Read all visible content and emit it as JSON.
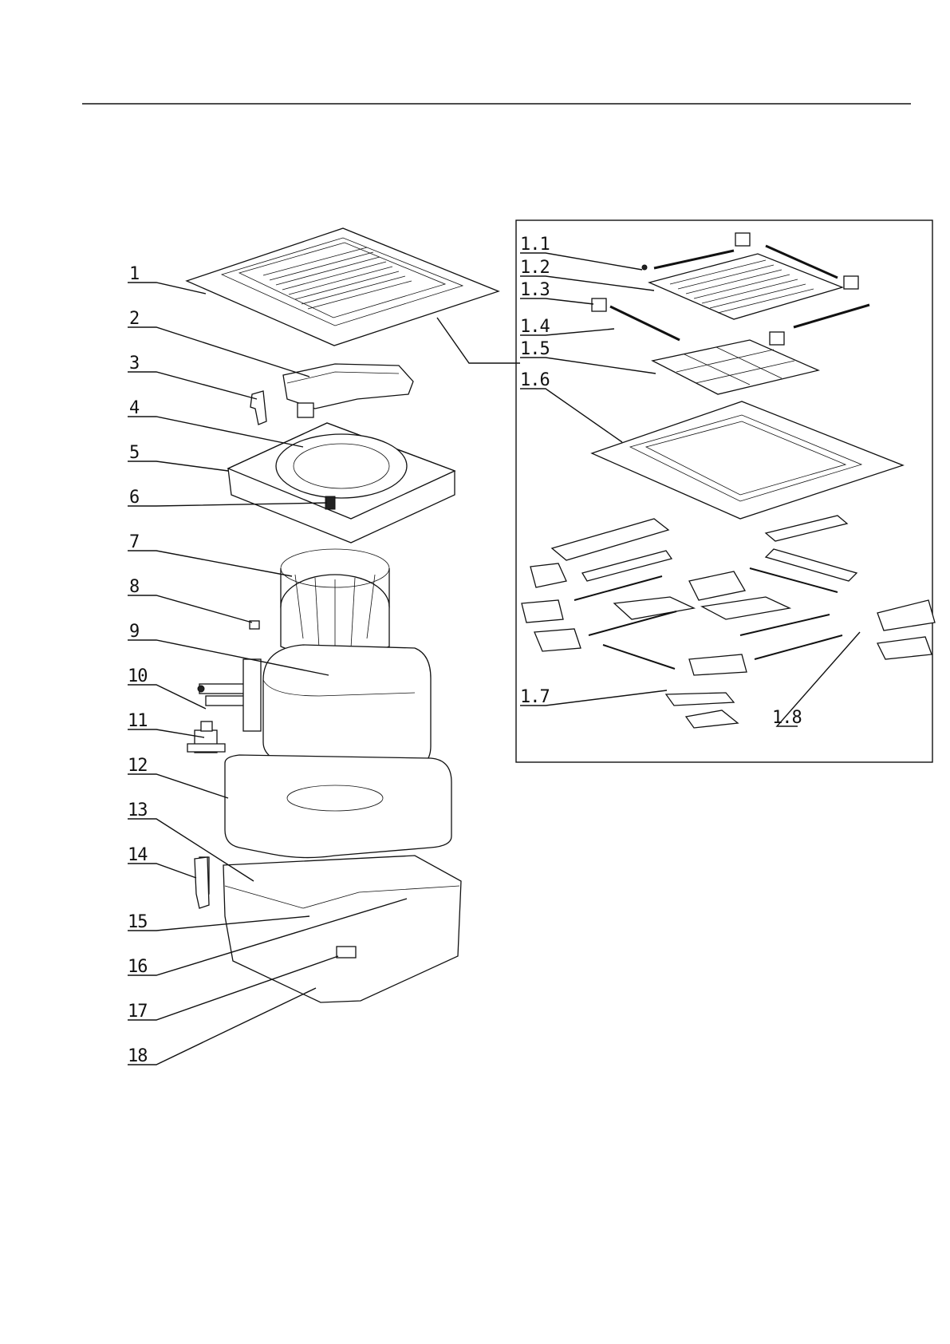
{
  "callouts_main": [
    "1",
    "2",
    "3",
    "4",
    "5",
    "6",
    "7",
    "8",
    "9",
    "10",
    "11",
    "12",
    "13",
    "14",
    "15",
    "16",
    "17",
    "18"
  ],
  "callouts_detail": [
    "1.1",
    "1.2",
    "1.3",
    "1.4",
    "1.5",
    "1.6",
    "1.7",
    "1.8"
  ],
  "colors": {
    "ink": "#111111",
    "paper": "#ffffff"
  }
}
